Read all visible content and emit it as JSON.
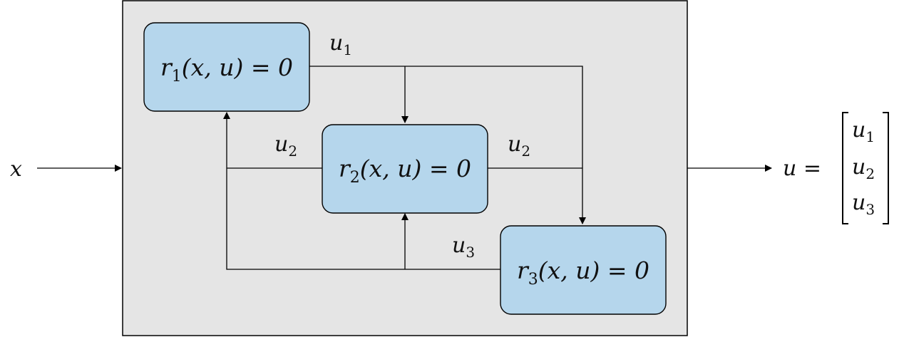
{
  "input": {
    "var": "x"
  },
  "blocks": [
    {
      "r": "r",
      "sub": "1",
      "args": "(x, u) = 0"
    },
    {
      "r": "r",
      "sub": "2",
      "args": "(x, u) = 0"
    },
    {
      "r": "r",
      "sub": "3",
      "args": "(x, u) = 0"
    }
  ],
  "signals": {
    "u1": {
      "base": "u",
      "sub": "1"
    },
    "u2_left": {
      "base": "u",
      "sub": "2"
    },
    "u2_right": {
      "base": "u",
      "sub": "2"
    },
    "u3": {
      "base": "u",
      "sub": "3"
    }
  },
  "output": {
    "lhs": "u =",
    "vector": [
      {
        "base": "u",
        "sub": "1"
      },
      {
        "base": "u",
        "sub": "2"
      },
      {
        "base": "u",
        "sub": "3"
      }
    ]
  }
}
